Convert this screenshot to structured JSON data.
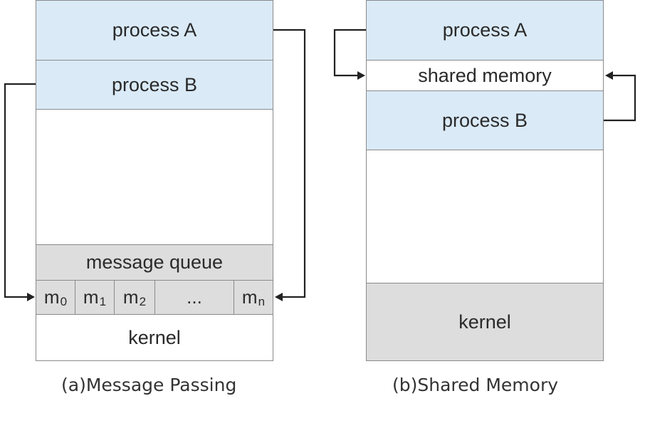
{
  "message_passing": {
    "process_a": "process A",
    "process_b": "process B",
    "message_queue": "message queue",
    "queue_cells": [
      {
        "base": "m",
        "sub": "0"
      },
      {
        "base": "m",
        "sub": "1"
      },
      {
        "base": "m",
        "sub": "2"
      },
      {
        "base": "...",
        "sub": ""
      },
      {
        "base": "m",
        "sub": "n"
      }
    ],
    "kernel": "kernel",
    "caption_letter": "(a)",
    "caption_text": "Message Passing"
  },
  "shared_memory": {
    "process_a": "process A",
    "shared_memory": "shared memory",
    "process_b": "process B",
    "kernel": "kernel",
    "caption_letter": "(b)",
    "caption_text": "Shared Memory"
  },
  "colors": {
    "process_fill": "#daeaf7",
    "kernel_fill": "#dddddd",
    "border": "#8a8a8a",
    "arrow": "#222222"
  }
}
